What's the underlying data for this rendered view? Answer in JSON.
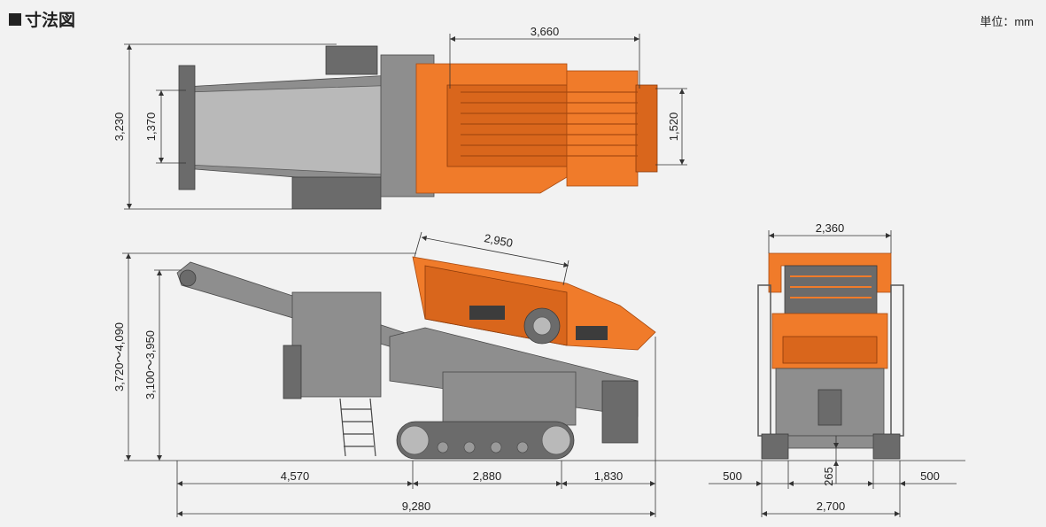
{
  "header": {
    "title": "寸法図",
    "unit": "単位：mm"
  },
  "top_view": {
    "width_3660": "3,660",
    "height_3230": "3,230",
    "belt_1370": "1,370",
    "screen_1520": "1,520"
  },
  "side_view": {
    "screen_2950": "2,950",
    "height_range_outer": "3,720～4,090",
    "height_range_inner": "3,100～3,950",
    "len_4570": "4,570",
    "len_2880": "2,880",
    "len_1830": "1,830",
    "total_9280": "9,280"
  },
  "rear_view": {
    "width_2360": "2,360",
    "left_500": "500",
    "right_500": "500",
    "clearance_265": "265",
    "total_2700": "2,700"
  },
  "colors": {
    "orange": "#f07b2a",
    "body_gray": "#8e8e8e",
    "background": "#f2f2f2"
  }
}
